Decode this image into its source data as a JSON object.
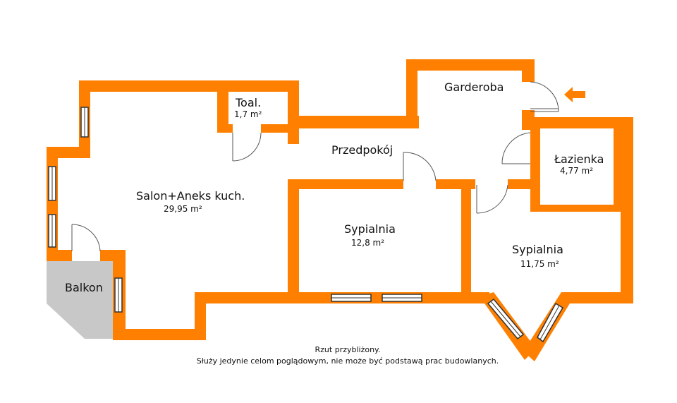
{
  "colors": {
    "wall": "#ff8000",
    "balcony": "#c8c8c8",
    "window_frame": "#333333",
    "door_line": "#555555",
    "background": "#ffffff"
  },
  "entrance_icon": "arrow-left-icon",
  "rooms": {
    "salon": {
      "name": "Salon+Aneks kuch.",
      "area": "29,95 m²"
    },
    "toaleta": {
      "name": "Toal.",
      "area": "1,7 m²"
    },
    "garderoba": {
      "name": "Garderoba"
    },
    "przedpokoj": {
      "name": "Przedpokój"
    },
    "lazienka": {
      "name": "Łazienka",
      "area": "4,77 m²"
    },
    "sypialnia1": {
      "name": "Sypialnia",
      "area": "12,8 m²"
    },
    "sypialnia2": {
      "name": "Sypialnia",
      "area": "11,75 m²"
    },
    "balkon": {
      "name": "Balkon"
    }
  },
  "notes": {
    "line1": "Rzut przybliżony.",
    "line2": "Służy jedynie celom poglądowym, nie może być podstawą prac budowlanych."
  }
}
